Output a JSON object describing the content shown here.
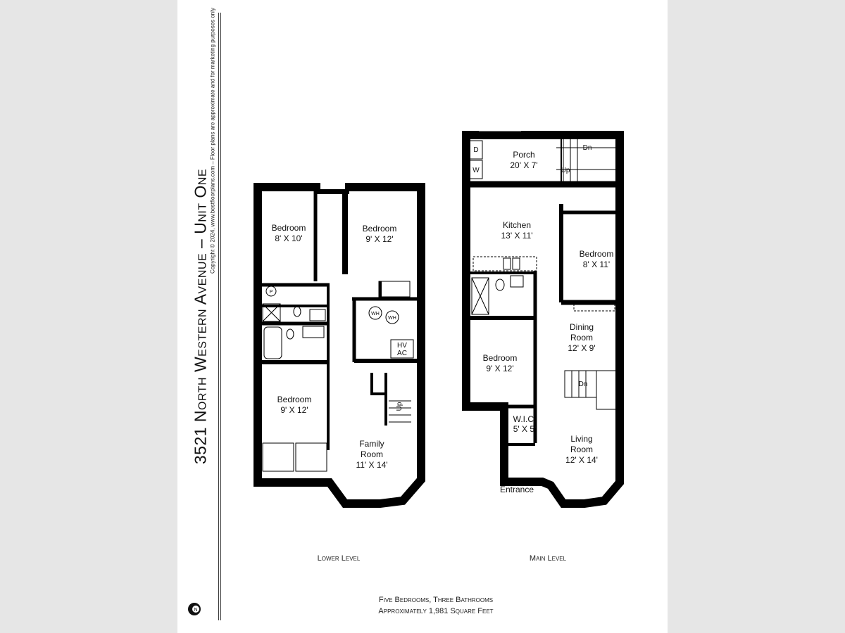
{
  "title": "3521 North Western Avenue – Unit One",
  "copyright": "Copyright © 2024, www.bestfloorplans.com – Floor plans are approximate and for marketing purposes only",
  "compass_label": "N",
  "lower_level": {
    "label": "Lower Level",
    "rooms": [
      {
        "name": "Bedroom",
        "size": "8' X 10'"
      },
      {
        "name": "Bedroom",
        "size": "9' X 12'"
      },
      {
        "name": "Bedroom",
        "size": "9' X 12'"
      },
      {
        "name_line1": "Family",
        "name_line2": "Room",
        "size": "11' X 14'"
      }
    ],
    "fixtures": {
      "water_heater_1": "WH",
      "water_heater_2": "WH",
      "hvac_line1": "HV",
      "hvac_line2": "AC",
      "pump": "P",
      "stairs": "Up"
    }
  },
  "main_level": {
    "label": "Main Level",
    "rooms": [
      {
        "name": "Porch",
        "size": "20' X 7'"
      },
      {
        "name": "Kitchen",
        "size": "13' X 11'"
      },
      {
        "name": "Bedroom",
        "size": "8' X 11'"
      },
      {
        "name_line1": "Dining",
        "name_line2": "Room",
        "size": "12' X 9'"
      },
      {
        "name": "Bedroom",
        "size": "9' X 12'"
      },
      {
        "name": "W.I.C.",
        "size": "5' X 5'"
      },
      {
        "name_line1": "Living",
        "name_line2": "Room",
        "size": "12' X 14'"
      },
      {
        "name": "Entrance"
      }
    ],
    "fixtures": {
      "dryer": "D",
      "washer": "W",
      "stairs_down_porch": "Dn",
      "stairs_up_porch": "Up",
      "stairs_down_living": "Dn"
    }
  },
  "summary": {
    "line1": "Five Bedrooms, Three Bathrooms",
    "line2": "Approximately 1,981 Square Feet"
  }
}
